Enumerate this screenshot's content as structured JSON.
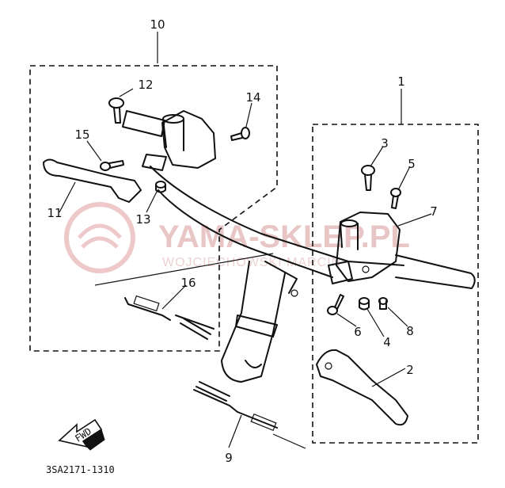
{
  "watermark": {
    "brand": "YAMA-SKLEP.PL",
    "subtitle": "WOJCIECHOWSKI MARCIN"
  },
  "part_callouts": [
    "1",
    "2",
    "3",
    "4",
    "5",
    "6",
    "7",
    "8",
    "9",
    "10",
    "11",
    "12",
    "13",
    "14",
    "15",
    "16"
  ],
  "direction_marker": "FWD",
  "diagram_code": "3SA2171-1310"
}
